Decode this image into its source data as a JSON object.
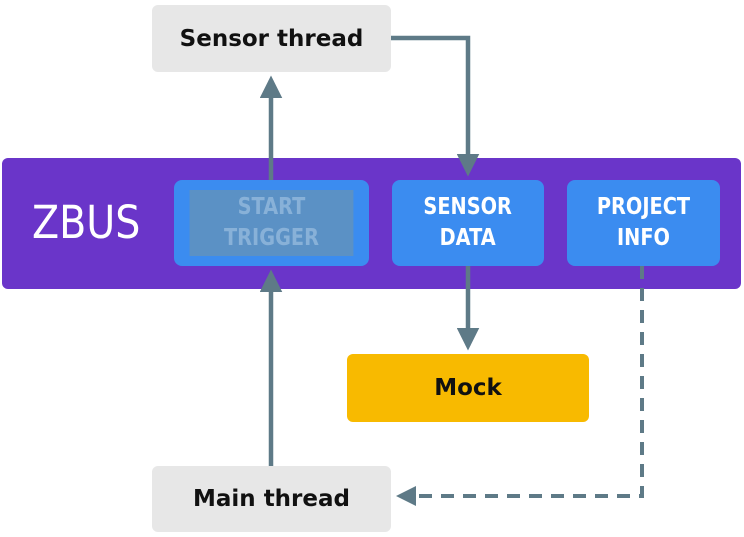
{
  "bus": {
    "title": "ZBUS"
  },
  "channels": {
    "start_trigger": "START TRIGGER",
    "sensor_data_line1": "SENSOR",
    "sensor_data_line2": "DATA",
    "project_info_line1": "PROJECT",
    "project_info_line2": "INFO"
  },
  "nodes": {
    "sensor_thread": "Sensor thread",
    "main_thread": "Main thread",
    "mock": "Mock"
  },
  "colors": {
    "bus": "#6a35c9",
    "channel": "#3b8cf0",
    "thread": "#e7e7e7",
    "mock": "#f8ba00",
    "arrow": "#5e7a87"
  },
  "edges": [
    {
      "from": "main_thread",
      "to": "start_trigger",
      "style": "solid"
    },
    {
      "from": "start_trigger",
      "to": "sensor_thread",
      "style": "solid"
    },
    {
      "from": "sensor_thread",
      "to": "sensor_data",
      "style": "solid"
    },
    {
      "from": "sensor_data",
      "to": "mock",
      "style": "solid"
    },
    {
      "from": "project_info",
      "to": "main_thread",
      "style": "dashed"
    }
  ]
}
